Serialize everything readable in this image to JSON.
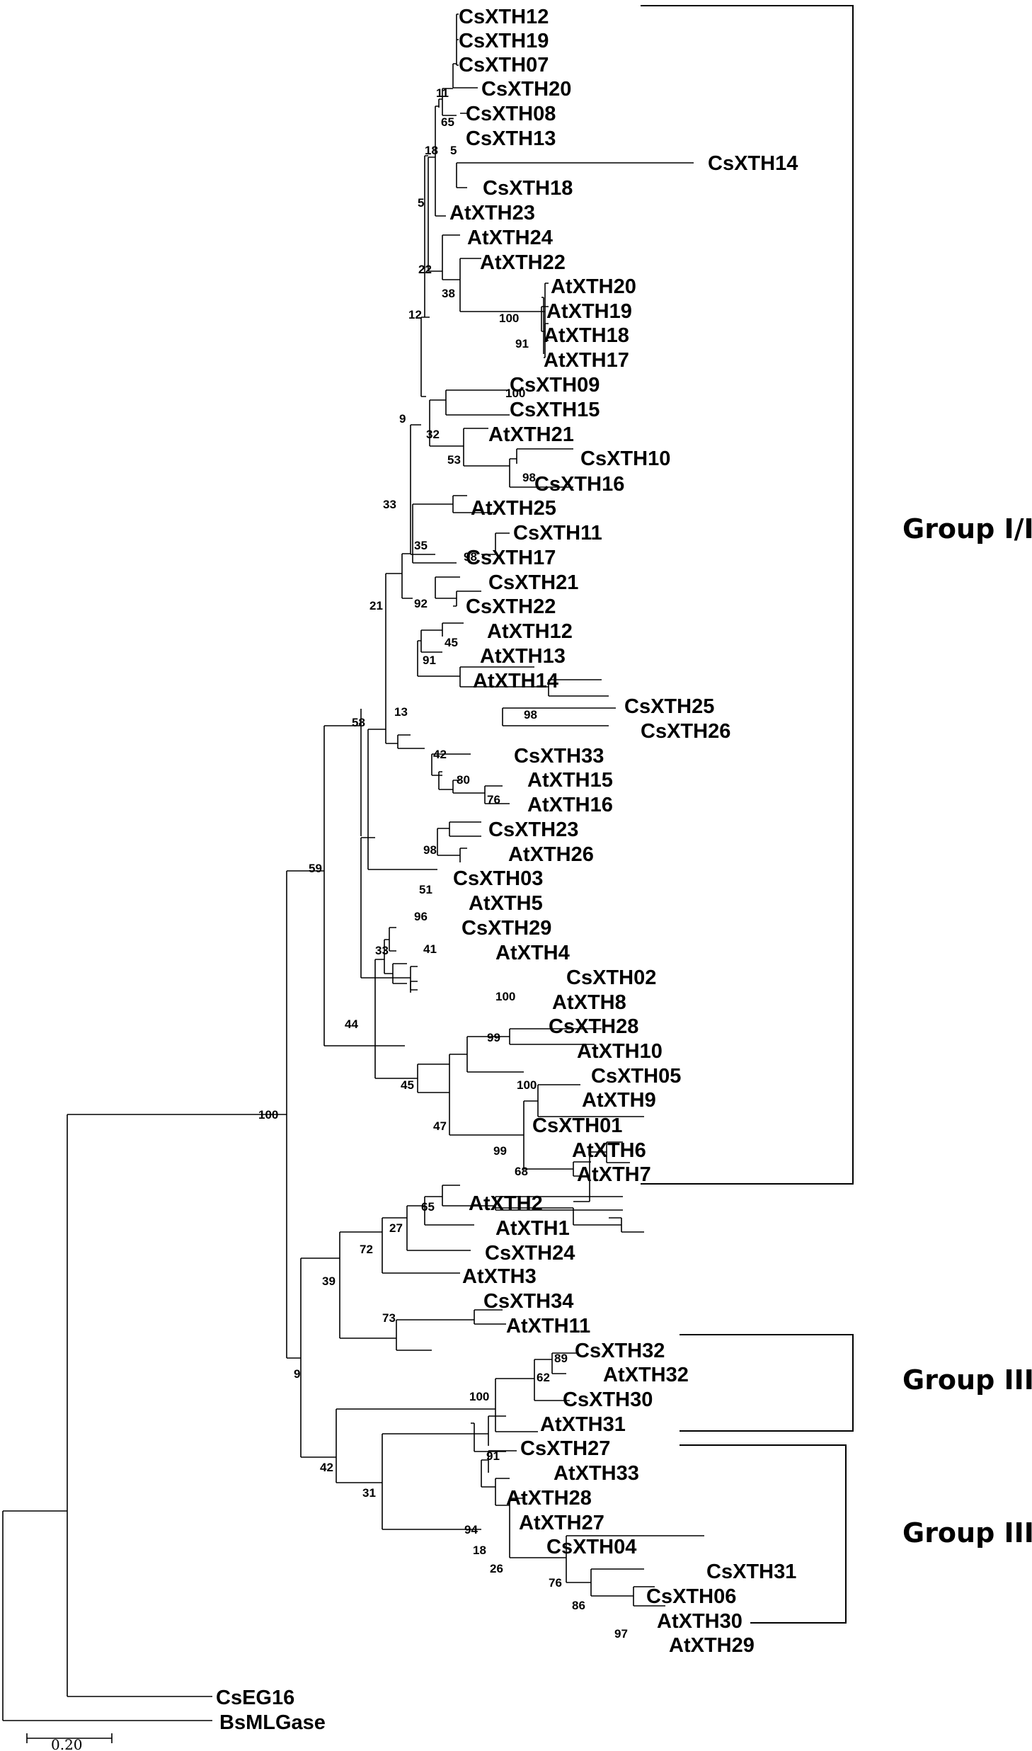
{
  "leaves": [
    "CsXTH12",
    "CsXTH19",
    "CsXTH07",
    "CsXTH20",
    "CsXTH08",
    "CsXTH13",
    "CsXTH14",
    "CsXTH18",
    "AtXTH23",
    "AtXTH24",
    "AtXTH22",
    "AtXTH20",
    "AtXTH19",
    "AtXTH18",
    "AtXTH17",
    "CsXTH09",
    "CsXTH15",
    "AtXTH21",
    "CsXTH10",
    "CsXTH16",
    "AtXTH25",
    "CsXTH11",
    "CsXTH17",
    "CsXTH21",
    "CsXTH22",
    "AtXTH12",
    "AtXTH13",
    "AtXTH14",
    "CsXTH25",
    "CsXTH26",
    "CsXTH33",
    "AtXTH15",
    "AtXTH16",
    "CsXTH23",
    "AtXTH26",
    "CsXTH03",
    "AtXTH5",
    "CsXTH29",
    "AtXTH4",
    "CsXTH02",
    "AtXTH8",
    "CsXTH28",
    "AtXTH10",
    "CsXTH05",
    "AtXTH9",
    "CsXTH01",
    "AtXTH6",
    "AtXTH7",
    "AtXTH2",
    "AtXTH1",
    "CsXTH24",
    "AtXTH3",
    "CsXTH34",
    "AtXTH11",
    "CsXTH32",
    "AtXTH32",
    "CsXTH30",
    "AtXTH31",
    "CsXTH27",
    "AtXTH33",
    "AtXTH28",
    "AtXTH27",
    "CsXTH04",
    "CsXTH31",
    "CsXTH06",
    "AtXTH30",
    "AtXTH29",
    "CsEG16",
    "BsMLGase"
  ],
  "bootstrap": [
    "11",
    "65",
    "5",
    "18",
    "5",
    "22",
    "38",
    "100",
    "91",
    "12",
    "100",
    "32",
    "53",
    "98",
    "9",
    "33",
    "35",
    "98",
    "92",
    "21",
    "45",
    "91",
    "13",
    "98",
    "42",
    "80",
    "76",
    "58",
    "98",
    "59",
    "51",
    "96",
    "41",
    "33",
    "100",
    "44",
    "99",
    "45",
    "100",
    "47",
    "99",
    "68",
    "100",
    "65",
    "27",
    "72",
    "39",
    "73",
    "9",
    "89",
    "62",
    "100",
    "42",
    "91",
    "31",
    "94",
    "18",
    "26",
    "76",
    "86",
    "97"
  ],
  "groups": [
    "Group I/II",
    "Group IIIA",
    "Group IIIB"
  ],
  "scale_bar": {
    "label": "0.20"
  }
}
